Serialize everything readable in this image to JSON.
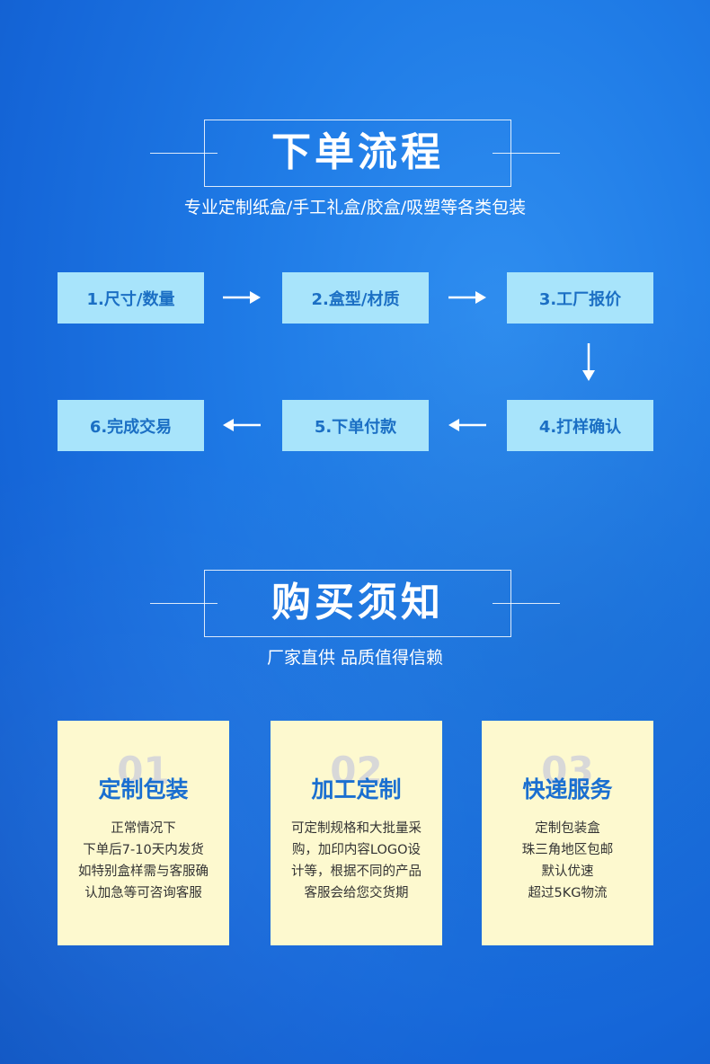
{
  "section1": {
    "title": "下单流程",
    "subtitle": "专业定制纸盒/手工礼盒/胶盒/吸塑等各类包装",
    "steps": [
      "1.尺寸/数量",
      "2.盒型/材质",
      "3.工厂报价",
      "4.打样确认",
      "5.下单付款",
      "6.完成交易"
    ]
  },
  "section2": {
    "title": "购买须知",
    "subtitle": "厂家直供 品质值得信赖",
    "cards": [
      {
        "num": "01",
        "title": "定制包装",
        "lines": [
          "正常情况下",
          "下单后7-10天内发货",
          "如特别盒样需与客服确",
          "认加急等可咨询客服"
        ]
      },
      {
        "num": "02",
        "title": "加工定制",
        "lines": [
          "可定制规格和大批量采",
          "购，加印内容LOGO设",
          "计等，根据不同的产品",
          "客服会给您交货期"
        ]
      },
      {
        "num": "03",
        "title": "快递服务",
        "lines": [
          "定制包装盒",
          "珠三角地区包邮",
          "默认优速",
          "超过5KG物流"
        ]
      }
    ]
  },
  "colors": {
    "background": "#1f7be6",
    "step_box": "#a8e4fb",
    "step_text": "#1b6fc4",
    "card_bg": "#fdf9cf",
    "card_title": "#1a6fd0"
  }
}
